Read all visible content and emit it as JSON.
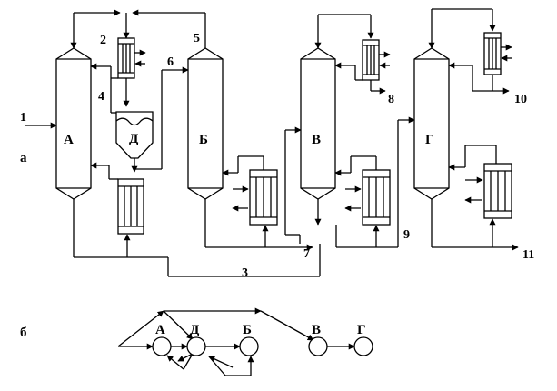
{
  "labels": {
    "section_a": "а",
    "section_b": "б",
    "col_a": "А",
    "col_b": "Б",
    "col_v": "В",
    "col_g": "Г",
    "sep_d": "Д",
    "s1": "1",
    "s2": "2",
    "s3": "3",
    "s4": "4",
    "s5": "5",
    "s6": "6",
    "s7": "7",
    "s8": "8",
    "s9": "9",
    "s10": "10",
    "s11": "11"
  },
  "graph": {
    "nodes": [
      "А",
      "Д",
      "Б",
      "В",
      "Г"
    ]
  }
}
